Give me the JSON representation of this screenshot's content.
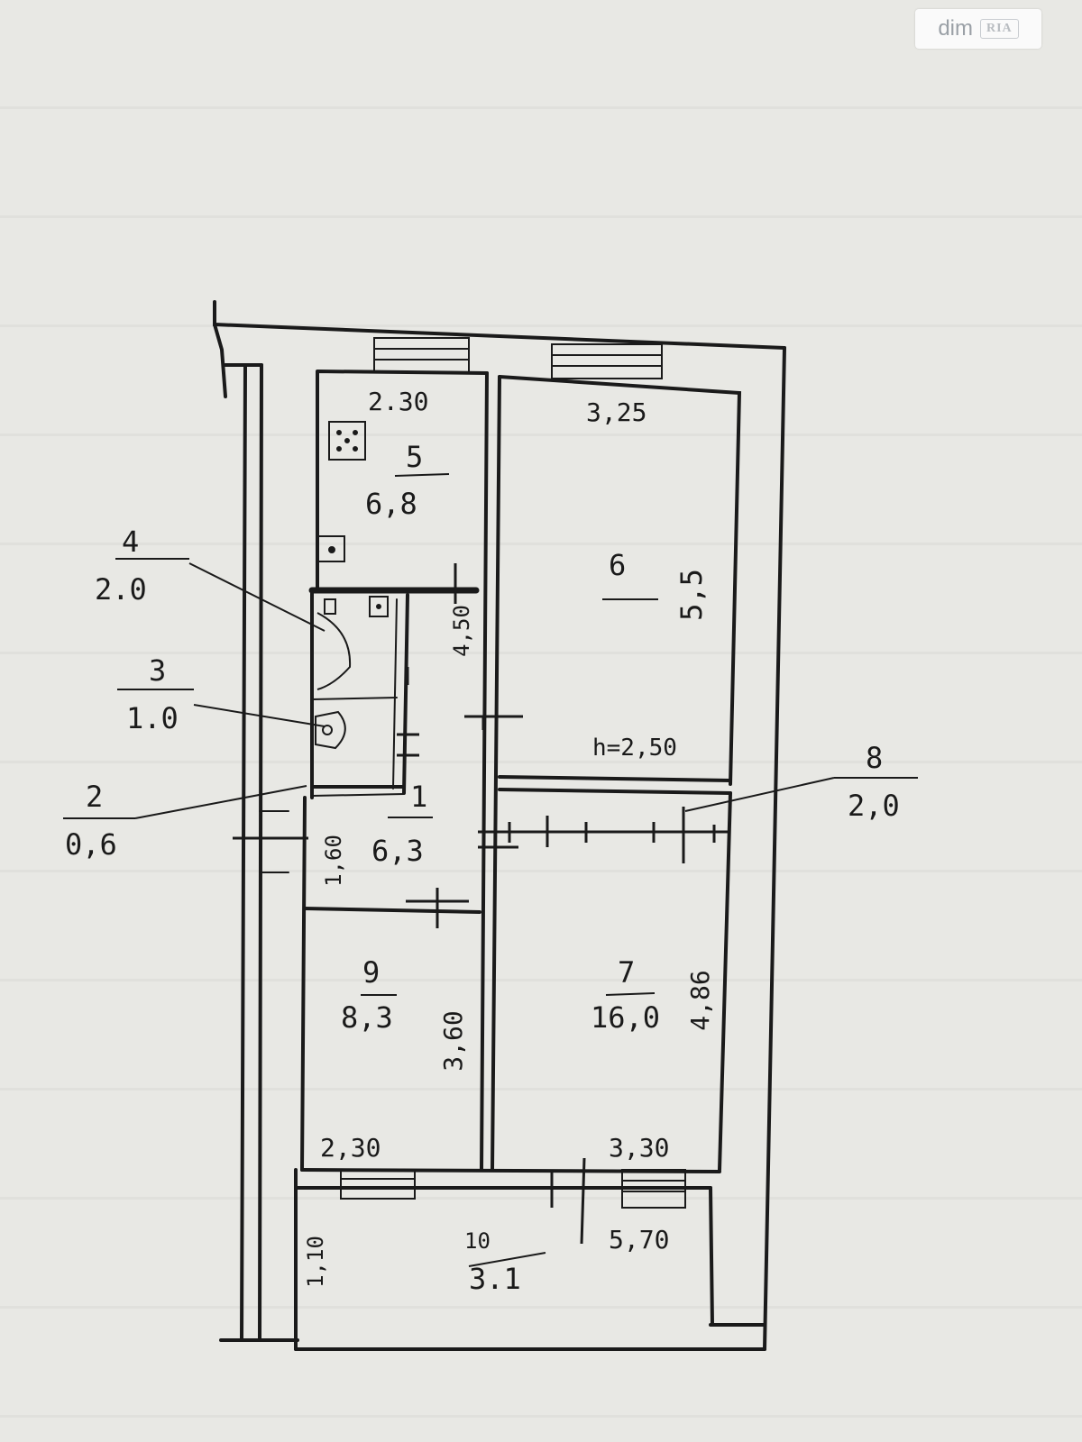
{
  "watermark": {
    "text": "dim",
    "logo": "RIA"
  },
  "rooms": {
    "r1": {
      "num": "1",
      "area": "6,3"
    },
    "r2": {
      "num": "2",
      "area": "0,6"
    },
    "r3": {
      "num": "3",
      "area": "1.0"
    },
    "r4": {
      "num": "4",
      "area": "2.0"
    },
    "r5": {
      "num": "5",
      "area": "6,8"
    },
    "r6": {
      "num": "6",
      "area": "5,5"
    },
    "r7": {
      "num": "7",
      "area": "16,0"
    },
    "r8": {
      "num": "8",
      "area": "2,0"
    },
    "r9": {
      "num": "9",
      "area": "8,3"
    },
    "r10": {
      "num": "10",
      "area": "3.1"
    }
  },
  "dimensions": {
    "kitchen_width": "2.30",
    "room6_width": "3,25",
    "corridor_len": "4,50",
    "ceiling_height": "h=2,50",
    "hall_len": "1,60",
    "room9_len": "3,60",
    "room7_len": "4,86",
    "room9_width": "2,30",
    "room7_width": "3,30",
    "balcony_depth": "1,10",
    "balcony_len": "5,70"
  },
  "colors": {
    "ink": "#1a1a1a",
    "paper": "#e8e8e4"
  }
}
